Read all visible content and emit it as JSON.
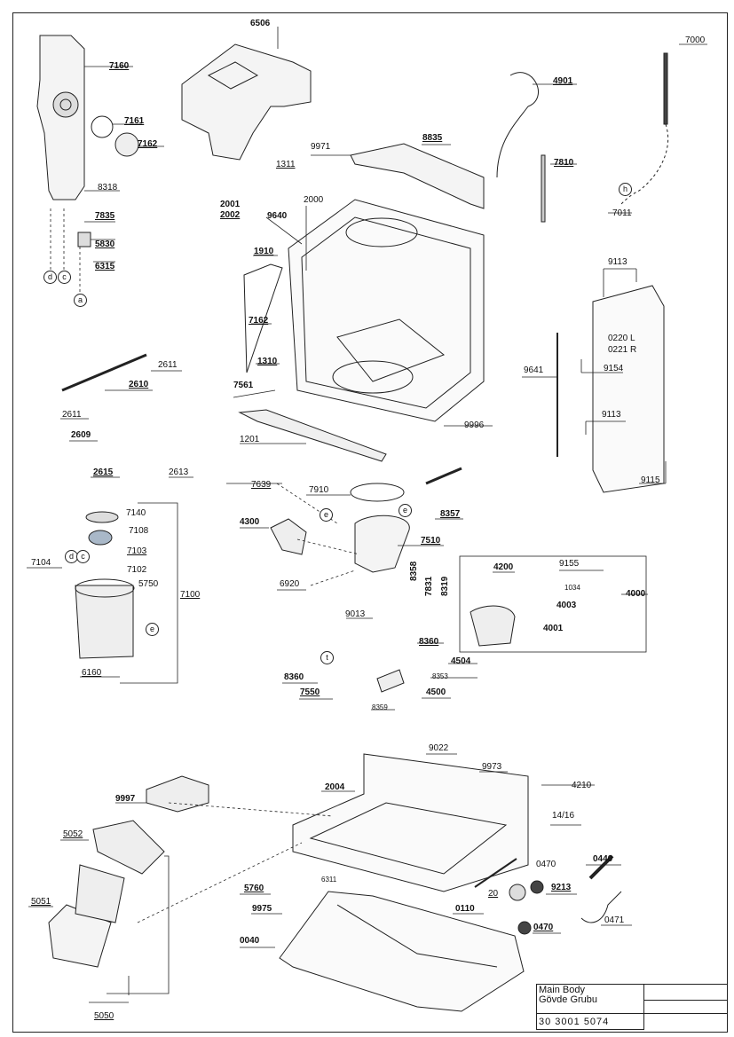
{
  "labels": [
    {
      "id": "6506",
      "text": "6506"
    },
    {
      "id": "7160",
      "text": "7160"
    },
    {
      "id": "7161",
      "text": "7161"
    },
    {
      "id": "7162a",
      "text": "7162"
    },
    {
      "id": "8318",
      "text": "8318"
    },
    {
      "id": "7835",
      "text": "7835"
    },
    {
      "id": "5830",
      "text": "5830"
    },
    {
      "id": "6315",
      "text": "6315"
    },
    {
      "id": "4901",
      "text": "4901"
    },
    {
      "id": "7000",
      "text": "7000"
    },
    {
      "id": "8835",
      "text": "8835"
    },
    {
      "id": "9971",
      "text": "9971"
    },
    {
      "id": "7810",
      "text": "7810"
    },
    {
      "id": "1311",
      "text": "1311"
    },
    {
      "id": "2000",
      "text": "2000"
    },
    {
      "id": "2001",
      "text": "2001"
    },
    {
      "id": "2002",
      "text": "2002"
    },
    {
      "id": "9640",
      "text": "9640"
    },
    {
      "id": "7011",
      "text": "7011"
    },
    {
      "id": "1910",
      "text": "1910"
    },
    {
      "id": "7162b",
      "text": "7162"
    },
    {
      "id": "1310",
      "text": "1310"
    },
    {
      "id": "9113a",
      "text": "9113"
    },
    {
      "id": "0220L",
      "text": "0220 L"
    },
    {
      "id": "0221R",
      "text": "0221 R"
    },
    {
      "id": "9154",
      "text": "9154"
    },
    {
      "id": "9641",
      "text": "9641"
    },
    {
      "id": "9113b",
      "text": "9113"
    },
    {
      "id": "9115",
      "text": "9115"
    },
    {
      "id": "2611a",
      "text": "2611"
    },
    {
      "id": "2610",
      "text": "2610"
    },
    {
      "id": "2611b",
      "text": "2611"
    },
    {
      "id": "7561",
      "text": "7561"
    },
    {
      "id": "9996",
      "text": "9996"
    },
    {
      "id": "1201",
      "text": "1201"
    },
    {
      "id": "2609",
      "text": "2609"
    },
    {
      "id": "2615",
      "text": "2615"
    },
    {
      "id": "2613",
      "text": "2613"
    },
    {
      "id": "7639",
      "text": "7639"
    },
    {
      "id": "7910",
      "text": "7910"
    },
    {
      "id": "8357",
      "text": "8357"
    },
    {
      "id": "7140",
      "text": "7140"
    },
    {
      "id": "7108",
      "text": "7108"
    },
    {
      "id": "4300",
      "text": "4300"
    },
    {
      "id": "7510",
      "text": "7510"
    },
    {
      "id": "7104",
      "text": "7104"
    },
    {
      "id": "7103",
      "text": "7103"
    },
    {
      "id": "7102",
      "text": "7102"
    },
    {
      "id": "4200",
      "text": "4200"
    },
    {
      "id": "9155",
      "text": "9155"
    },
    {
      "id": "1034",
      "text": "1034"
    },
    {
      "id": "4000",
      "text": "4000"
    },
    {
      "id": "5750",
      "text": "5750"
    },
    {
      "id": "7100",
      "text": "7100"
    },
    {
      "id": "6920",
      "text": "6920"
    },
    {
      "id": "8358",
      "text": "8358"
    },
    {
      "id": "7831",
      "text": "7831"
    },
    {
      "id": "8319",
      "text": "8319"
    },
    {
      "id": "4003",
      "text": "4003"
    },
    {
      "id": "9013",
      "text": "9013"
    },
    {
      "id": "4001",
      "text": "4001"
    },
    {
      "id": "8360a",
      "text": "8360"
    },
    {
      "id": "4504",
      "text": "4504"
    },
    {
      "id": "6160",
      "text": "6160"
    },
    {
      "id": "8353",
      "text": "8353"
    },
    {
      "id": "8360b",
      "text": "8360"
    },
    {
      "id": "4500",
      "text": "4500"
    },
    {
      "id": "7550",
      "text": "7550"
    },
    {
      "id": "8359",
      "text": "8359"
    },
    {
      "id": "9022",
      "text": "9022"
    },
    {
      "id": "9973",
      "text": "9973"
    },
    {
      "id": "4210",
      "text": "4210"
    },
    {
      "id": "2004",
      "text": "2004"
    },
    {
      "id": "9997",
      "text": "9997"
    },
    {
      "id": "1416",
      "text": "14/16"
    },
    {
      "id": "5052",
      "text": "5052"
    },
    {
      "id": "0470a",
      "text": "0470"
    },
    {
      "id": "0440",
      "text": "0440"
    },
    {
      "id": "5760",
      "text": "5760"
    },
    {
      "id": "6311",
      "text": "6311"
    },
    {
      "id": "20",
      "text": "20"
    },
    {
      "id": "9213",
      "text": "9213"
    },
    {
      "id": "5051",
      "text": "5051"
    },
    {
      "id": "9975",
      "text": "9975"
    },
    {
      "id": "0110",
      "text": "0110"
    },
    {
      "id": "0471",
      "text": "0471"
    },
    {
      "id": "0470b",
      "text": "0470"
    },
    {
      "id": "0040",
      "text": "0040"
    },
    {
      "id": "5050",
      "text": "5050"
    }
  ],
  "callouts": [
    {
      "id": "d",
      "text": "d"
    },
    {
      "id": "c1",
      "text": "c"
    },
    {
      "id": "a",
      "text": "a"
    },
    {
      "id": "h",
      "text": "h"
    },
    {
      "id": "e1",
      "text": "e"
    },
    {
      "id": "e2",
      "text": "e"
    },
    {
      "id": "d2",
      "text": "d"
    },
    {
      "id": "c2",
      "text": "c"
    },
    {
      "id": "e3",
      "text": "e"
    },
    {
      "id": "t",
      "text": "t"
    }
  ],
  "titleblock": {
    "line1": "Main Body",
    "line2": "Gövde Grubu",
    "code": "30 3001 5074"
  }
}
